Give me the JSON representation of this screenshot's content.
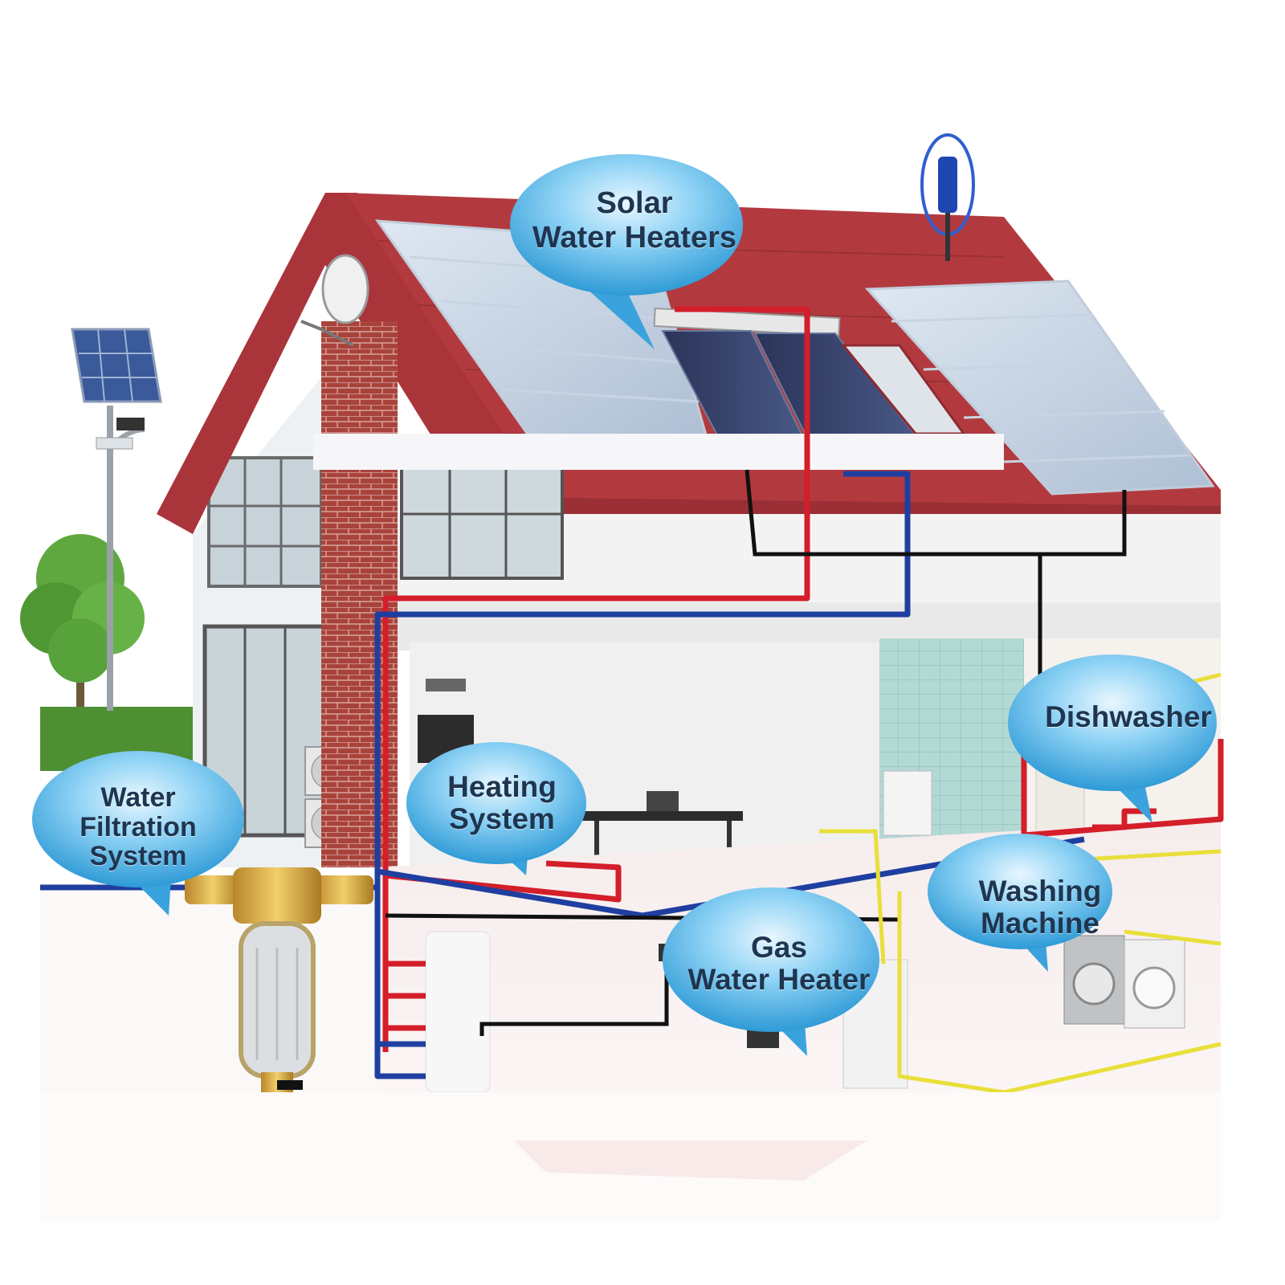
{
  "labels": {
    "solar": [
      "Solar",
      "Water Heaters"
    ],
    "dishwasher": [
      "Dishwasher"
    ],
    "water_filtration": [
      "Water",
      "Filtration",
      "System"
    ],
    "heating": [
      "Heating",
      "System"
    ],
    "washing": [
      "Washing",
      "Machine"
    ],
    "gas": [
      "Gas",
      "Water Heater"
    ]
  },
  "colors": {
    "roof": "#b23a3f",
    "brick": "#a8433c",
    "wall": "#f2f2f2",
    "hot_pipe": "#d41e2a",
    "cold_pipe": "#1f3fa0",
    "gas_pipe": "#e8df3a",
    "bubble": "#4fb6e8",
    "label_text": "#1f3550"
  }
}
